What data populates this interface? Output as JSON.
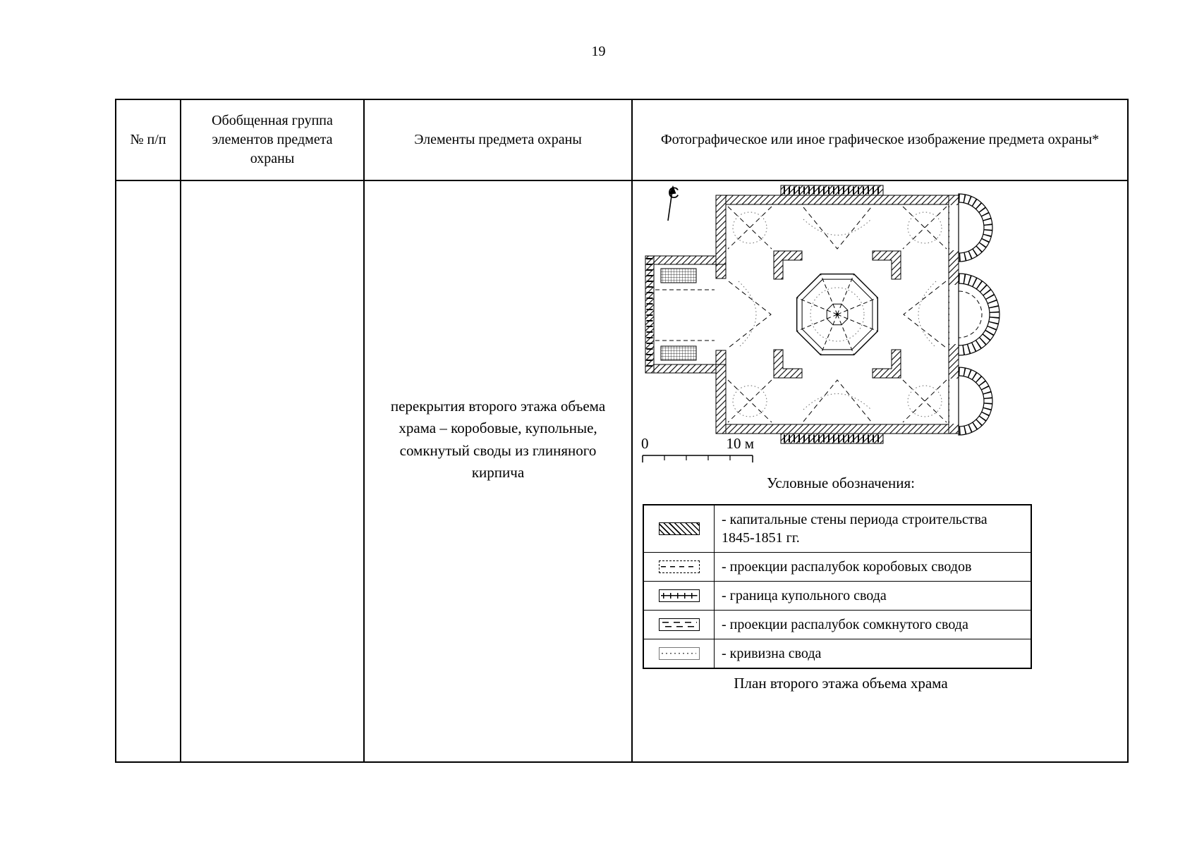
{
  "page": {
    "number": "19"
  },
  "table": {
    "headers": {
      "col1": "№ п/п",
      "col2": "Обобщенная группа элементов предмета охраны",
      "col3": "Элементы предмета охраны",
      "col4": "Фотографическое или иное графическое изображение предмета охраны*"
    },
    "row": {
      "num": "",
      "group": "",
      "elements_text": "перекрытия второго этажа объема храма – коробовые, купольные, сомкнутый своды из глиняного кирпича"
    }
  },
  "figure": {
    "north_label": "С",
    "scale": {
      "start": "0",
      "end": "10 м"
    },
    "legend_title": "Условные обозначения:",
    "legend": [
      {
        "symbol": "capital-walls-hatch",
        "label": "- капитальные стены периода строительства 1845-1851 гг."
      },
      {
        "symbol": "barrel-vault-projection-dashed",
        "label": "- проекции распалубок коробовых сводов"
      },
      {
        "symbol": "dome-vault-boundary",
        "label": "- граница купольного свода"
      },
      {
        "symbol": "closed-vault-projection",
        "label": "- проекции распалубок сомкнутого свода"
      },
      {
        "symbol": "vault-curvature-dotted",
        "label": "- кривизна свода"
      }
    ],
    "caption": "План второго этажа объема храма"
  }
}
